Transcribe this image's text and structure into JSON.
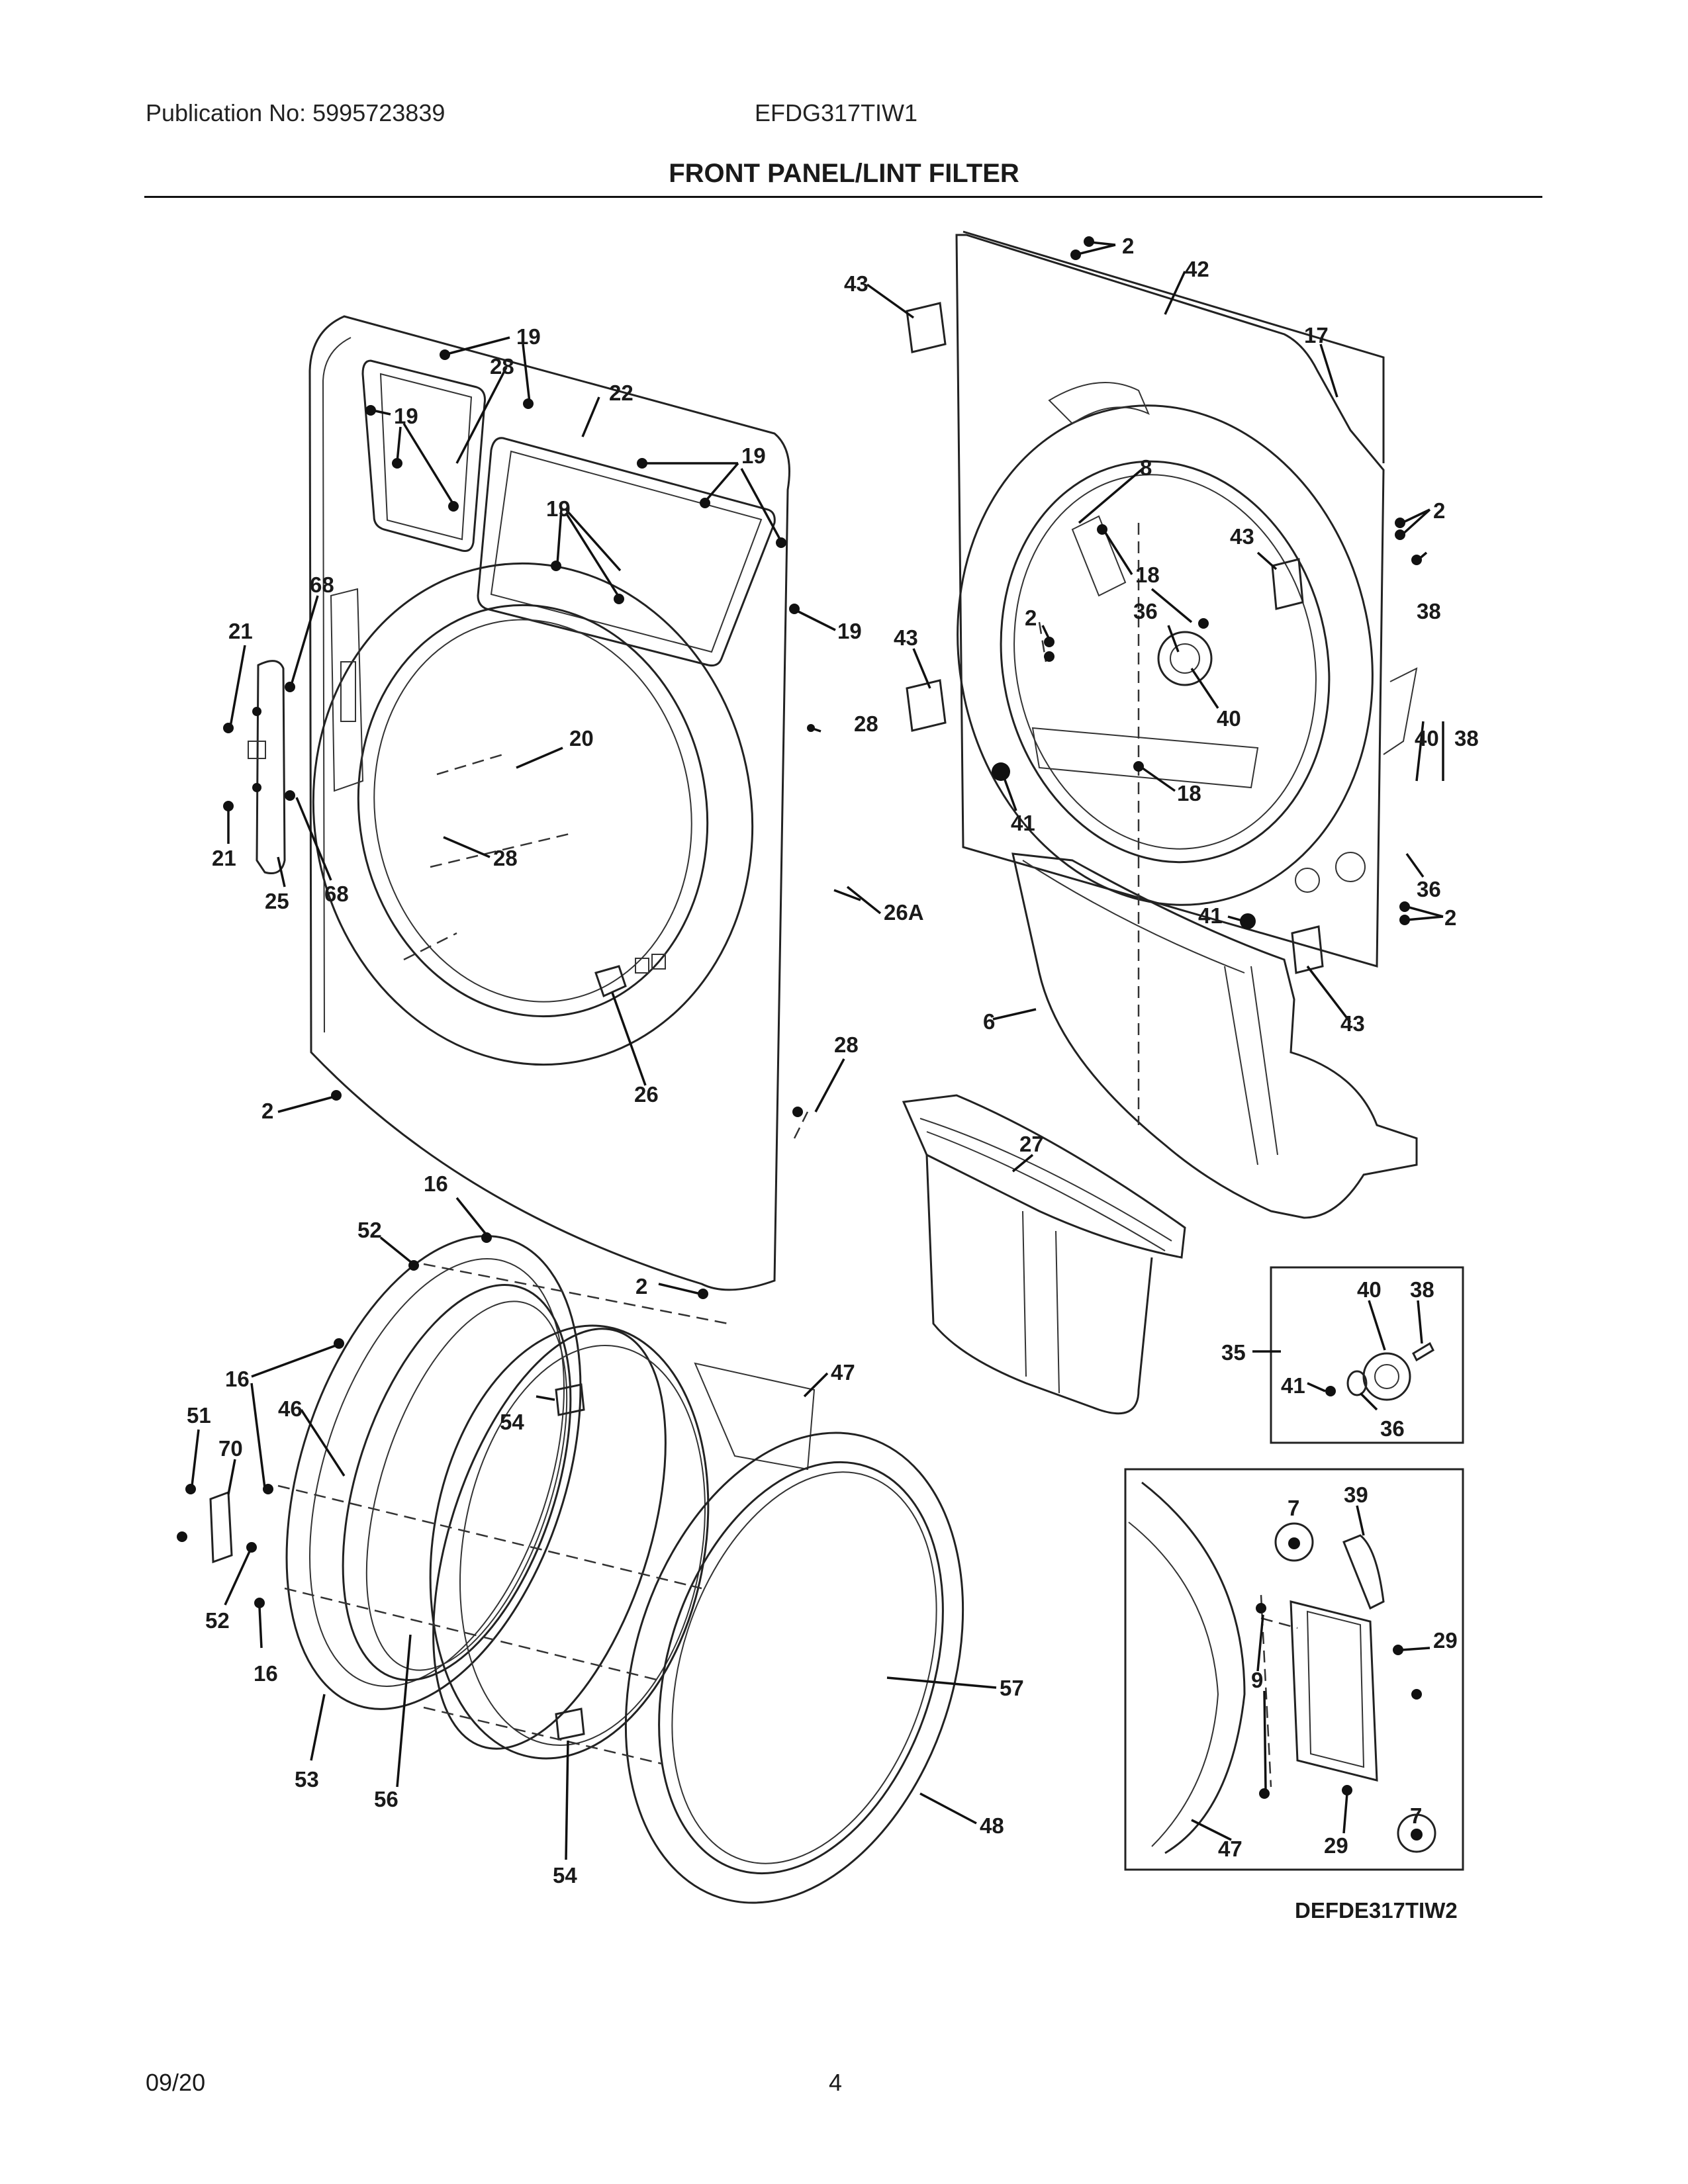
{
  "header": {
    "publication": "Publication No: 5995723839",
    "model": "EFDG317TIW1",
    "title": "FRONT PANEL/LINT FILTER"
  },
  "inset_reference": "DEFDE317TIW2",
  "footer": {
    "date": "09/20",
    "page_number": "4"
  },
  "callouts": {
    "c2a": "2",
    "c42": "42",
    "c43a": "43",
    "c17": "17",
    "c19a": "19",
    "c28a": "28",
    "c22": "22",
    "c19b": "19",
    "c19c": "19",
    "c19d": "19",
    "c8": "8",
    "c2b": "2",
    "c43b": "43",
    "c18a": "18",
    "c38a": "38",
    "c36a": "36",
    "c68a": "68",
    "c21a": "21",
    "c19e": "19",
    "c2c": "2",
    "c43c": "43",
    "c40a": "40",
    "c20": "20",
    "c28b": "28",
    "c40b": "40",
    "c38b": "38",
    "c18b": "18",
    "c41a": "41",
    "c21b": "21",
    "c28c": "28",
    "c25": "25",
    "c68b": "68",
    "c36b": "36",
    "c26a": "26A",
    "c41b": "41",
    "c2d": "2",
    "c6": "6",
    "c43d": "43",
    "c28d": "28",
    "c2e": "2",
    "c26": "26",
    "c27": "27",
    "c16a": "16",
    "c52a": "52",
    "c2f": "2",
    "c40c": "40",
    "c38c": "38",
    "c35": "35",
    "c41c": "41",
    "c36c": "36",
    "c16b": "16",
    "c47a": "47",
    "c51": "51",
    "c46": "46",
    "c54a": "54",
    "c70": "70",
    "c7a": "7",
    "c39": "39",
    "c29a": "29",
    "c52b": "52",
    "c9": "9",
    "c16c": "16",
    "c57": "57",
    "c53": "53",
    "c56": "56",
    "c48": "48",
    "c7b": "7",
    "c29b": "29",
    "c47b": "47",
    "c54b": "54"
  }
}
